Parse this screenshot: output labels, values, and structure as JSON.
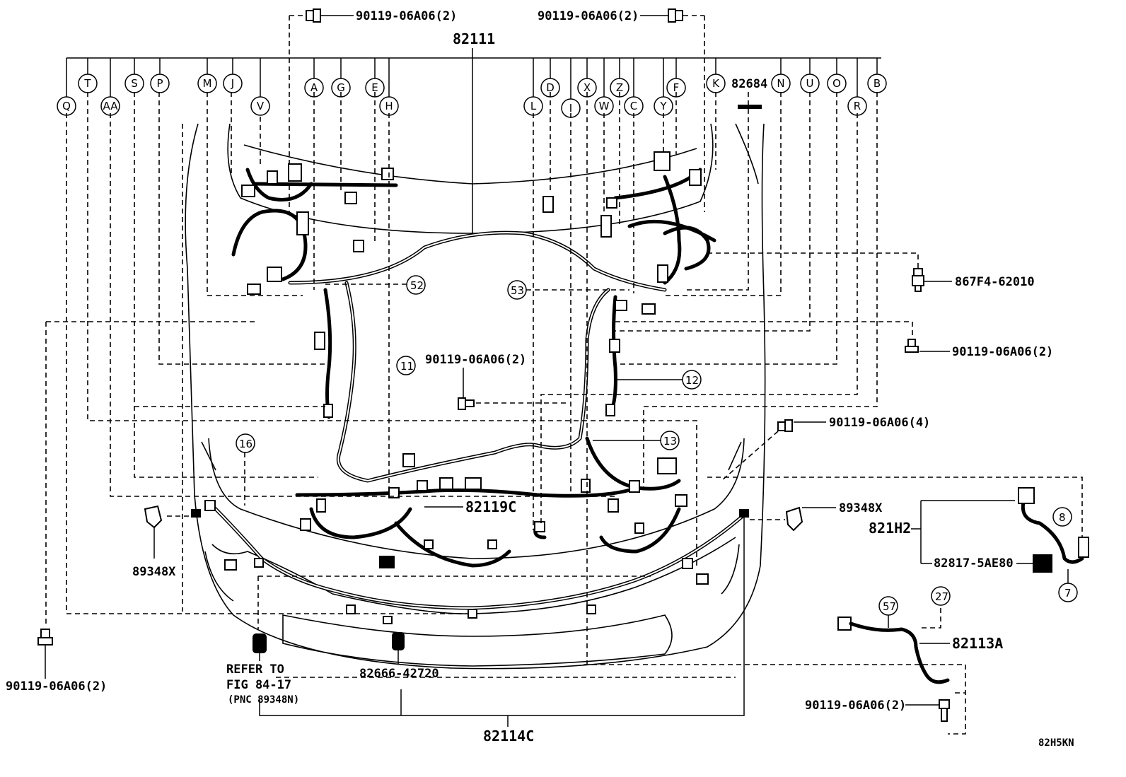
{
  "diagram_id": "82H5KN",
  "main_harness": "82111",
  "top_bolts": [
    "90119-06A06(2)",
    "90119-06A06(2)"
  ],
  "label_82684": "82684",
  "callouts_left": [
    "Q",
    "T",
    "AA",
    "S",
    "P",
    "M",
    "J",
    "V",
    "A",
    "G",
    "E",
    "H"
  ],
  "callouts_right": [
    "L",
    "D",
    "I",
    "X",
    "W",
    "Z",
    "C",
    "Y",
    "F",
    "K",
    "N",
    "U",
    "O",
    "R",
    "B"
  ],
  "num_callouts": [
    "52",
    "53",
    "11",
    "12",
    "13",
    "16",
    "8",
    "7",
    "57",
    "27"
  ],
  "parts": {
    "p_867F4": "867F4-62010",
    "bolt_right_1": "90119-06A06(2)",
    "bolt_center": "90119-06A06(2)",
    "bolt_right_4": "90119-06A06(4)",
    "p_82119C": "82119C",
    "p_89348X_left": "89348X",
    "p_89348X_right": "89348X",
    "p_821H2": "821H2",
    "p_82817": "82817-5AE80",
    "p_82113A": "82113A",
    "bolt_lower_right": "90119-06A06(2)",
    "bolt_lower_left": "90119-06A06(2)",
    "p_82666": "82666-42720",
    "p_82114C": "82114C",
    "refer_line1": "REFER TO",
    "refer_line2": "FIG 84-17",
    "refer_line3": "(PNC 89348N)"
  }
}
